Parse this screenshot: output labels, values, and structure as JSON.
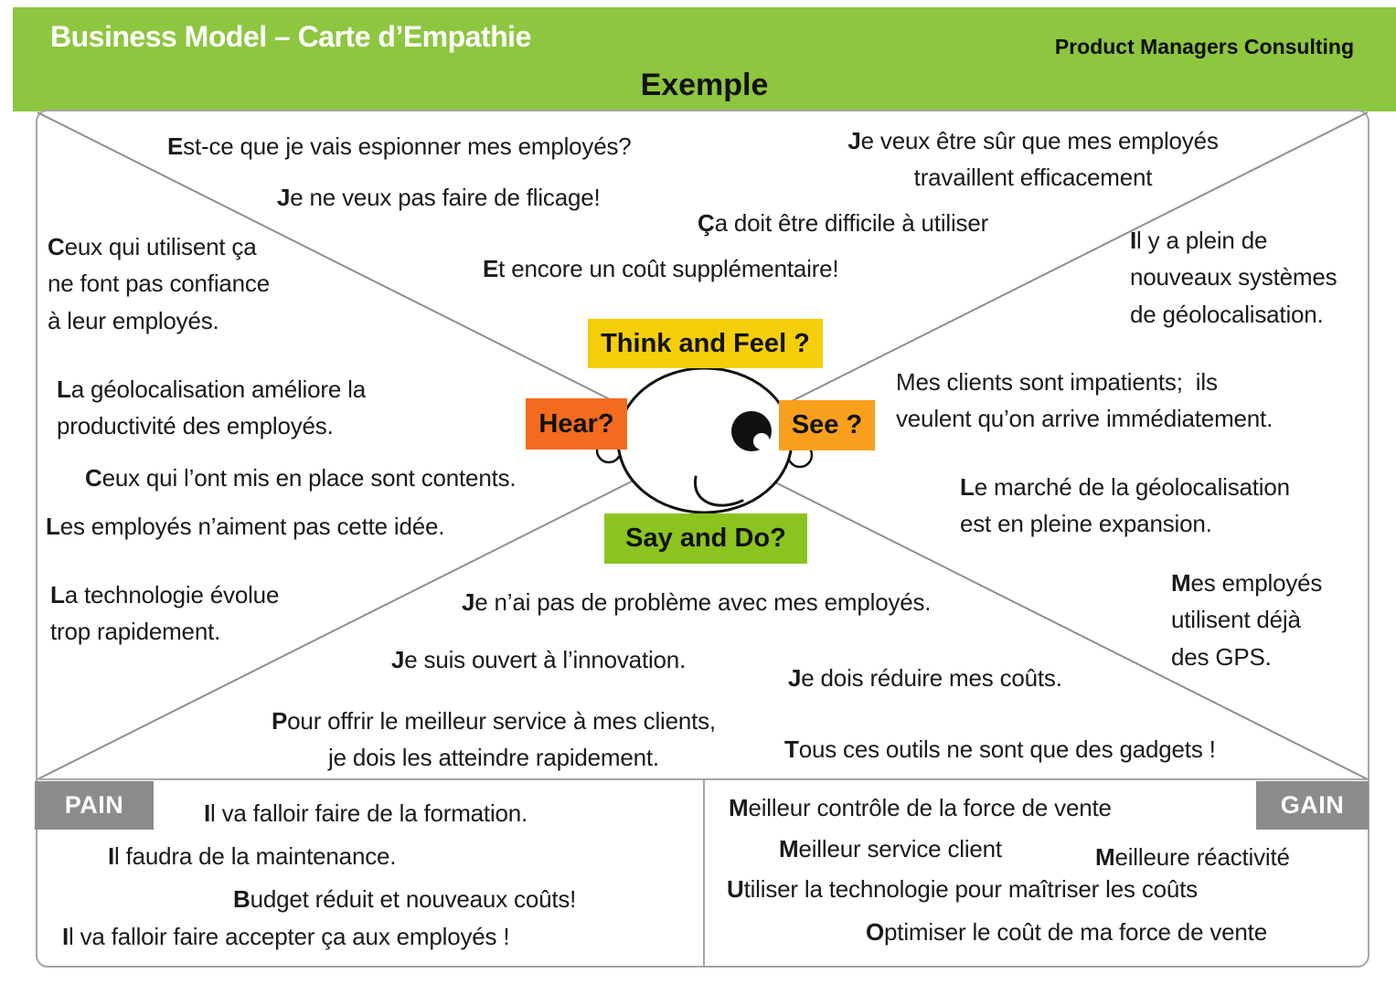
{
  "header": {
    "title": "Business Model – Carte d’Empathie",
    "brand": "Product Managers Consulting",
    "subtitle": "Exemple"
  },
  "colors": {
    "header_green": "#8DC63F",
    "think_yellow": "#F5CE0A",
    "hear_orange": "#F36B1E",
    "see_orange": "#F8A01D",
    "say_green": "#8CC41F",
    "tab_gray": "#8C8C8C",
    "line_gray": "#9B9B9B"
  },
  "labels": {
    "think": "Think and Feel ?",
    "hear": "Hear?",
    "see": "See ?",
    "say": "Say and Do?",
    "pain": "PAIN",
    "gain": "GAIN"
  },
  "quotes": {
    "think": [
      "Est-ce que je vais espionner mes employés?",
      "Je ne veux pas faire de flicage!",
      "Je veux être sûr que mes employés\ntravaillent efficacement",
      "Ça doit être difficile à utiliser",
      "Et encore un coût supplémentaire!"
    ],
    "hear": [
      "Ceux qui utilisent ça\nne font pas confiance\nà leur employés.",
      "La géolocalisation améliore la\nproductivité des employés.",
      "Ceux qui l’ont mis en place sont contents.",
      "Les employés n’aiment pas cette idée.",
      "La technologie évolue\ntrop rapidement."
    ],
    "see": [
      "Il y a plein de\nnouveaux systèmes\nde géolocalisation.",
      "Mes clients sont impatients;  ils\nveulent qu’on arrive immédiatement.",
      "Le marché de la géolocalisation\nest en pleine expansion.",
      "Mes employés\nutilisent déjà\ndes GPS."
    ],
    "say": [
      "Je n’ai pas de problème avec mes employés.",
      "Je suis ouvert à l’innovation.",
      "Je dois réduire mes coûts.",
      "Pour offrir le meilleur service à mes clients,\nje dois les atteindre rapidement.",
      "Tous ces outils ne sont que des gadgets !"
    ],
    "pain": [
      "Il va falloir faire de la formation.",
      "Il faudra de la maintenance.",
      "Budget réduit et nouveaux coûts!",
      "Il va falloir faire accepter ça aux employés !"
    ],
    "gain": [
      "Meilleur contrôle de la force de vente",
      "Meilleur service client",
      "Meilleure réactivité",
      "Utiliser la technologie pour maîtriser les coûts",
      "Optimiser le coût de ma force de vente"
    ]
  }
}
